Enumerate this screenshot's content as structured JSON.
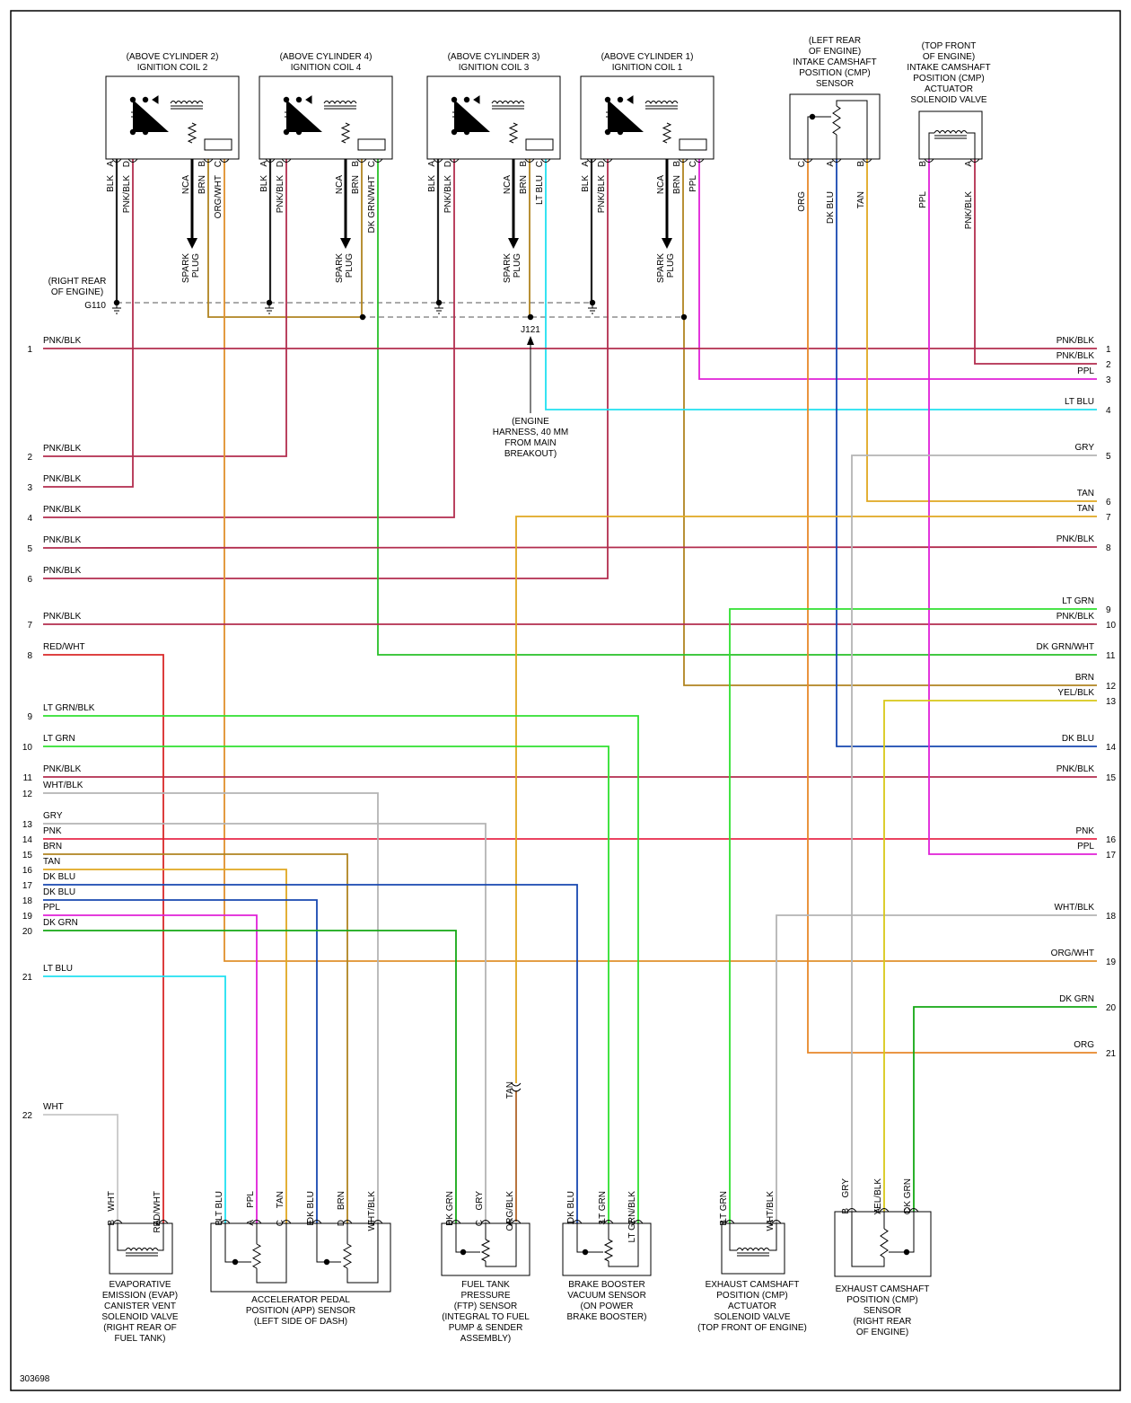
{
  "figure_id": "303698",
  "wire_colors": {
    "PNK/BLK": "#b22d4e",
    "PNK": "#e8284a",
    "RED/WHT": "#d92828",
    "PPL": "#e020d8",
    "LT BLU": "#20e0f0",
    "GRY": "#b4b4b4",
    "TAN": "#e0a820",
    "LT GRN": "#30e030",
    "LT GRN/BLK": "#30e030",
    "DK GRN/WHT": "#28c028",
    "DK GRN": "#14a814",
    "BRN": "#b08420",
    "YEL/BLK": "#d8c818",
    "DK BLU": "#1848b0",
    "WHT/BLK": "#b4b4b4",
    "WHT": "#c8c8c8",
    "ORG/WHT": "#e0902c",
    "ORG": "#e8882a",
    "ORG/BLK": "#b06428",
    "BLK": "#222222"
  },
  "ignition_coils": [
    {
      "location": "(ABOVE CYLINDER 2)",
      "name": "IGNITION COIL 2",
      "pins": [
        "A",
        "D",
        "B",
        "C"
      ],
      "wires": [
        "BLK",
        "PNK/BLK",
        "BRN",
        "ORG/WHT"
      ],
      "nca": "NCA",
      "spark": [
        "SPARK",
        "PLUG"
      ]
    },
    {
      "location": "(ABOVE CYLINDER 4)",
      "name": "IGNITION COIL 4",
      "pins": [
        "A",
        "D",
        "B",
        "C"
      ],
      "wires": [
        "BLK",
        "PNK/BLK",
        "BRN",
        "DK GRN/WHT"
      ],
      "nca": "NCA",
      "spark": [
        "SPARK",
        "PLUG"
      ]
    },
    {
      "location": "(ABOVE CYLINDER 3)",
      "name": "IGNITION COIL 3",
      "pins": [
        "A",
        "D",
        "B",
        "C"
      ],
      "wires": [
        "BLK",
        "PNK/BLK",
        "BRN",
        "LT BLU"
      ],
      "nca": "NCA",
      "spark": [
        "SPARK",
        "PLUG"
      ]
    },
    {
      "location": "(ABOVE CYLINDER 1)",
      "name": "IGNITION COIL 1",
      "pins": [
        "A",
        "D",
        "B",
        "C"
      ],
      "wires": [
        "BLK",
        "PNK/BLK",
        "BRN",
        "PPL"
      ],
      "nca": "NCA",
      "spark": [
        "SPARK",
        "PLUG"
      ]
    }
  ],
  "intake_cmp_sensor": {
    "title": [
      "(LEFT REAR",
      "OF ENGINE)",
      "INTAKE CAMSHAFT",
      "POSITION (CMP)",
      "SENSOR"
    ],
    "pins": [
      "C",
      "A",
      "B"
    ],
    "wires": [
      "ORG",
      "DK BLU",
      "TAN"
    ]
  },
  "intake_cmp_actuator": {
    "title": [
      "(TOP FRONT",
      "OF ENGINE)",
      "INTAKE CAMSHAFT",
      "POSITION (CMP)",
      "ACTUATOR",
      "SOLENOID VALVE"
    ],
    "pins": [
      "B",
      "A"
    ],
    "wires": [
      "PPL",
      "PNK/BLK"
    ]
  },
  "ground": {
    "location": [
      "(RIGHT REAR",
      "OF ENGINE)"
    ],
    "id": "G110"
  },
  "splice": {
    "id": "J121",
    "note": [
      "(ENGINE",
      "HARNESS, 40 MM",
      "FROM MAIN",
      "BREAKOUT)"
    ]
  },
  "left_connector": [
    {
      "n": "1",
      "c": "PNK/BLK"
    },
    {
      "n": "2",
      "c": "PNK/BLK"
    },
    {
      "n": "3",
      "c": "PNK/BLK"
    },
    {
      "n": "4",
      "c": "PNK/BLK"
    },
    {
      "n": "5",
      "c": "PNK/BLK"
    },
    {
      "n": "6",
      "c": "PNK/BLK"
    },
    {
      "n": "7",
      "c": "PNK/BLK"
    },
    {
      "n": "8",
      "c": "RED/WHT"
    },
    {
      "n": "9",
      "c": "LT GRN/BLK"
    },
    {
      "n": "10",
      "c": "LT GRN"
    },
    {
      "n": "11",
      "c": "PNK/BLK"
    },
    {
      "n": "12",
      "c": "WHT/BLK"
    },
    {
      "n": "13",
      "c": "GRY"
    },
    {
      "n": "14",
      "c": "PNK"
    },
    {
      "n": "15",
      "c": "BRN"
    },
    {
      "n": "16",
      "c": "TAN"
    },
    {
      "n": "17",
      "c": "DK BLU"
    },
    {
      "n": "18",
      "c": "DK BLU"
    },
    {
      "n": "19",
      "c": "PPL"
    },
    {
      "n": "20",
      "c": "DK GRN"
    },
    {
      "n": "21",
      "c": "LT BLU"
    },
    {
      "n": "22",
      "c": "WHT"
    }
  ],
  "right_connector": [
    {
      "n": "1",
      "c": "PNK/BLK"
    },
    {
      "n": "2",
      "c": "PNK/BLK"
    },
    {
      "n": "3",
      "c": "PPL"
    },
    {
      "n": "4",
      "c": "LT BLU"
    },
    {
      "n": "5",
      "c": "GRY"
    },
    {
      "n": "6",
      "c": "TAN"
    },
    {
      "n": "7",
      "c": "TAN"
    },
    {
      "n": "8",
      "c": "PNK/BLK"
    },
    {
      "n": "9",
      "c": "LT GRN"
    },
    {
      "n": "10",
      "c": "PNK/BLK"
    },
    {
      "n": "11",
      "c": "DK GRN/WHT"
    },
    {
      "n": "12",
      "c": "BRN"
    },
    {
      "n": "13",
      "c": "YEL/BLK"
    },
    {
      "n": "14",
      "c": "DK BLU"
    },
    {
      "n": "15",
      "c": "PNK/BLK"
    },
    {
      "n": "16",
      "c": "PNK"
    },
    {
      "n": "17",
      "c": "PPL"
    },
    {
      "n": "18",
      "c": "WHT/BLK"
    },
    {
      "n": "19",
      "c": "ORG/WHT"
    },
    {
      "n": "20",
      "c": "DK GRN"
    },
    {
      "n": "21",
      "c": "ORG"
    }
  ],
  "tan_inline": "TAN",
  "bottom_components": [
    {
      "title": [
        "EVAPORATIVE",
        "EMISSION (EVAP)",
        "CANISTER VENT",
        "SOLENOID VALVE",
        "(RIGHT REAR OF",
        "FUEL TANK)"
      ],
      "pins": [
        "B",
        "A"
      ],
      "wires": [
        "WHT",
        "RED/WHT"
      ]
    },
    {
      "title": [
        "ACCELERATOR PEDAL",
        "POSITION (APP) SENSOR",
        "(LEFT SIDE OF DASH)"
      ],
      "pins": [
        "B",
        "A",
        "C",
        "E",
        "D",
        "F"
      ],
      "wires": [
        "LT BLU",
        "PPL",
        "TAN",
        "DK BLU",
        "BRN",
        "WHT/BLK"
      ]
    },
    {
      "title": [
        "FUEL TANK",
        "PRESSURE",
        "(FTP) SENSOR",
        "(INTEGRAL TO FUEL",
        "PUMP & SENDER",
        "ASSEMBLY)"
      ],
      "pins": [
        "B",
        "C",
        "A"
      ],
      "wires": [
        "DK GRN",
        "GRY",
        "ORG/BLK"
      ]
    },
    {
      "title": [
        "BRAKE BOOSTER",
        "VACUUM SENSOR",
        "(ON POWER",
        "BRAKE BOOSTER)"
      ],
      "pins": [
        "1",
        "3",
        "2"
      ],
      "wires": [
        "DK BLU",
        "LT GRN",
        "LT GRN/BLK"
      ]
    },
    {
      "title": [
        "EXHAUST CAMSHAFT",
        "POSITION (CMP)",
        "ACTUATOR",
        "SOLENOID VALVE",
        "(TOP FRONT OF ENGINE)"
      ],
      "pins": [
        "B",
        "A"
      ],
      "wires": [
        "LT GRN",
        "WHT/BLK"
      ]
    },
    {
      "title": [
        "EXHAUST CAMSHAFT",
        "POSITION (CMP)",
        "SENSOR",
        "(RIGHT REAR",
        "OF ENGINE)"
      ],
      "pins": [
        "B",
        "A",
        "C"
      ],
      "wires": [
        "GRY",
        "YEL/BLK",
        "DK GRN"
      ]
    }
  ]
}
